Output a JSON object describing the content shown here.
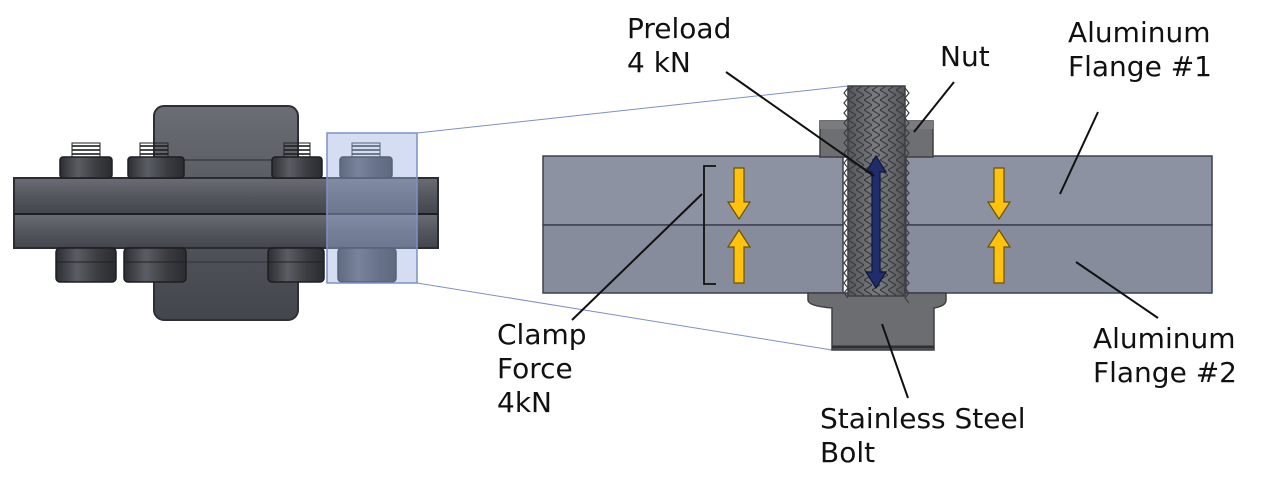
{
  "labels": {
    "preload": [
      "Preload",
      "4 kN"
    ],
    "nut": [
      "Nut"
    ],
    "flange1": [
      "Aluminum",
      "Flange #1"
    ],
    "clamp": [
      "Clamp",
      "Force",
      "4kN"
    ],
    "flange2": [
      "Aluminum",
      "Flange #2"
    ],
    "bolt": [
      "Stainless Steel",
      "Bolt"
    ]
  },
  "colors": {
    "flange": "#898f9e",
    "flange_edge": "#3d4150",
    "steel": "#6f7175",
    "steel_dark": "#4a4b4e",
    "overview_body": "#54575e",
    "overview_dark": "#2f3136",
    "highlight": "#c6d1ea",
    "clamp_arrow": "#ffc20e",
    "preload_arrow": "#1f2d6b",
    "callout_line": "#7d90c8"
  }
}
